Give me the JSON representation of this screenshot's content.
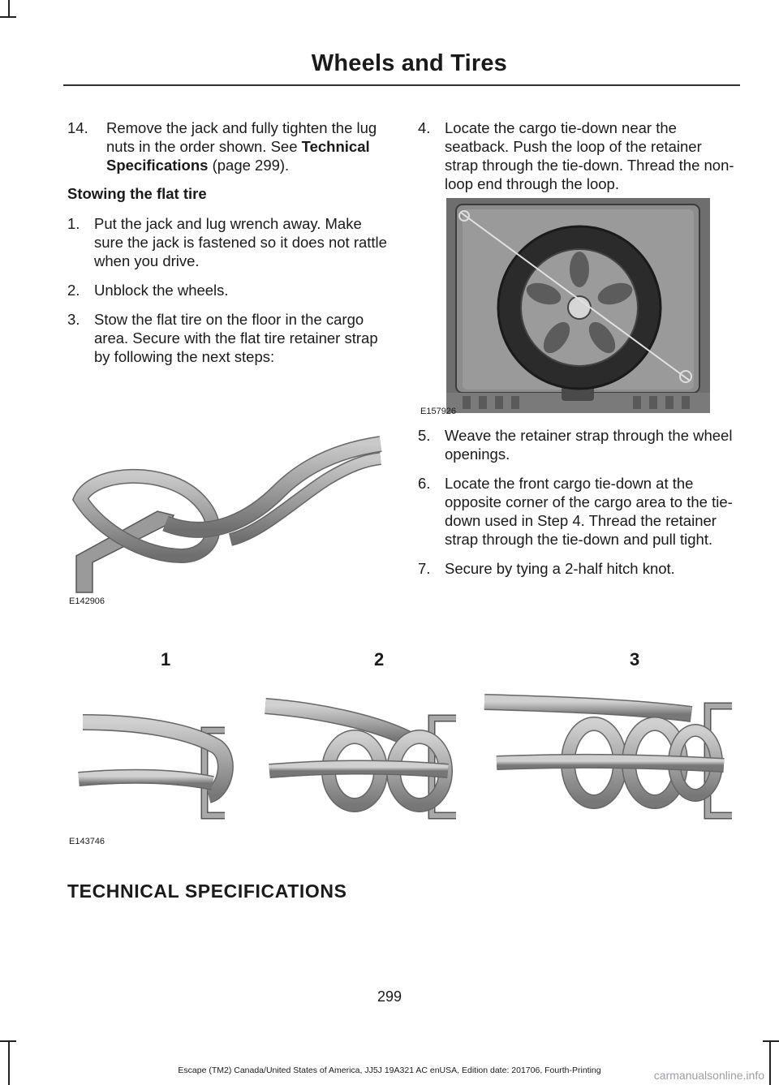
{
  "header": {
    "title": "Wheels and Tires"
  },
  "left_column": {
    "step14": {
      "number": "14.",
      "text_before": "Remove the jack and fully tighten the lug nuts in the order shown.  See ",
      "link": "Technical Specifications",
      "text_after": " (page 299)."
    },
    "subheading": "Stowing the flat tire",
    "steps": [
      {
        "number": "1.",
        "text": "Put the jack and lug wrench away. Make sure the jack is fastened so it does not rattle when you drive."
      },
      {
        "number": "2.",
        "text": "Unblock the wheels."
      },
      {
        "number": "3.",
        "text": "Stow the flat tire on the floor in the cargo area. Secure with the flat tire retainer strap by following the next steps:"
      }
    ],
    "figure_code": "E142906"
  },
  "right_column": {
    "steps_a": [
      {
        "number": "4.",
        "text": "Locate the cargo tie-down near the seatback. Push the loop of the retainer strap through the tie-down. Thread the non-loop end through the loop."
      }
    ],
    "figure_code": "E157926",
    "steps_b": [
      {
        "number": "5.",
        "text": "Weave the retainer strap through the wheel openings."
      },
      {
        "number": "6.",
        "text": "Locate the front cargo tie-down at the opposite corner of the cargo area to the tie-down used in Step 4. Thread the retainer strap through the tie-down and pull tight."
      },
      {
        "number": "7.",
        "text": "Secure by tying a 2-half hitch knot."
      }
    ]
  },
  "knot_figure": {
    "labels": [
      "1",
      "2",
      "3"
    ],
    "code": "E143746"
  },
  "section_heading": "TECHNICAL SPECIFICATIONS",
  "page_number": "299",
  "footer": "Escape (TM2) Canada/United States of America, JJ5J 19A321 AC enUSA, Edition date: 201706, Fourth-Printing",
  "watermark": "carmanualsonline.info"
}
